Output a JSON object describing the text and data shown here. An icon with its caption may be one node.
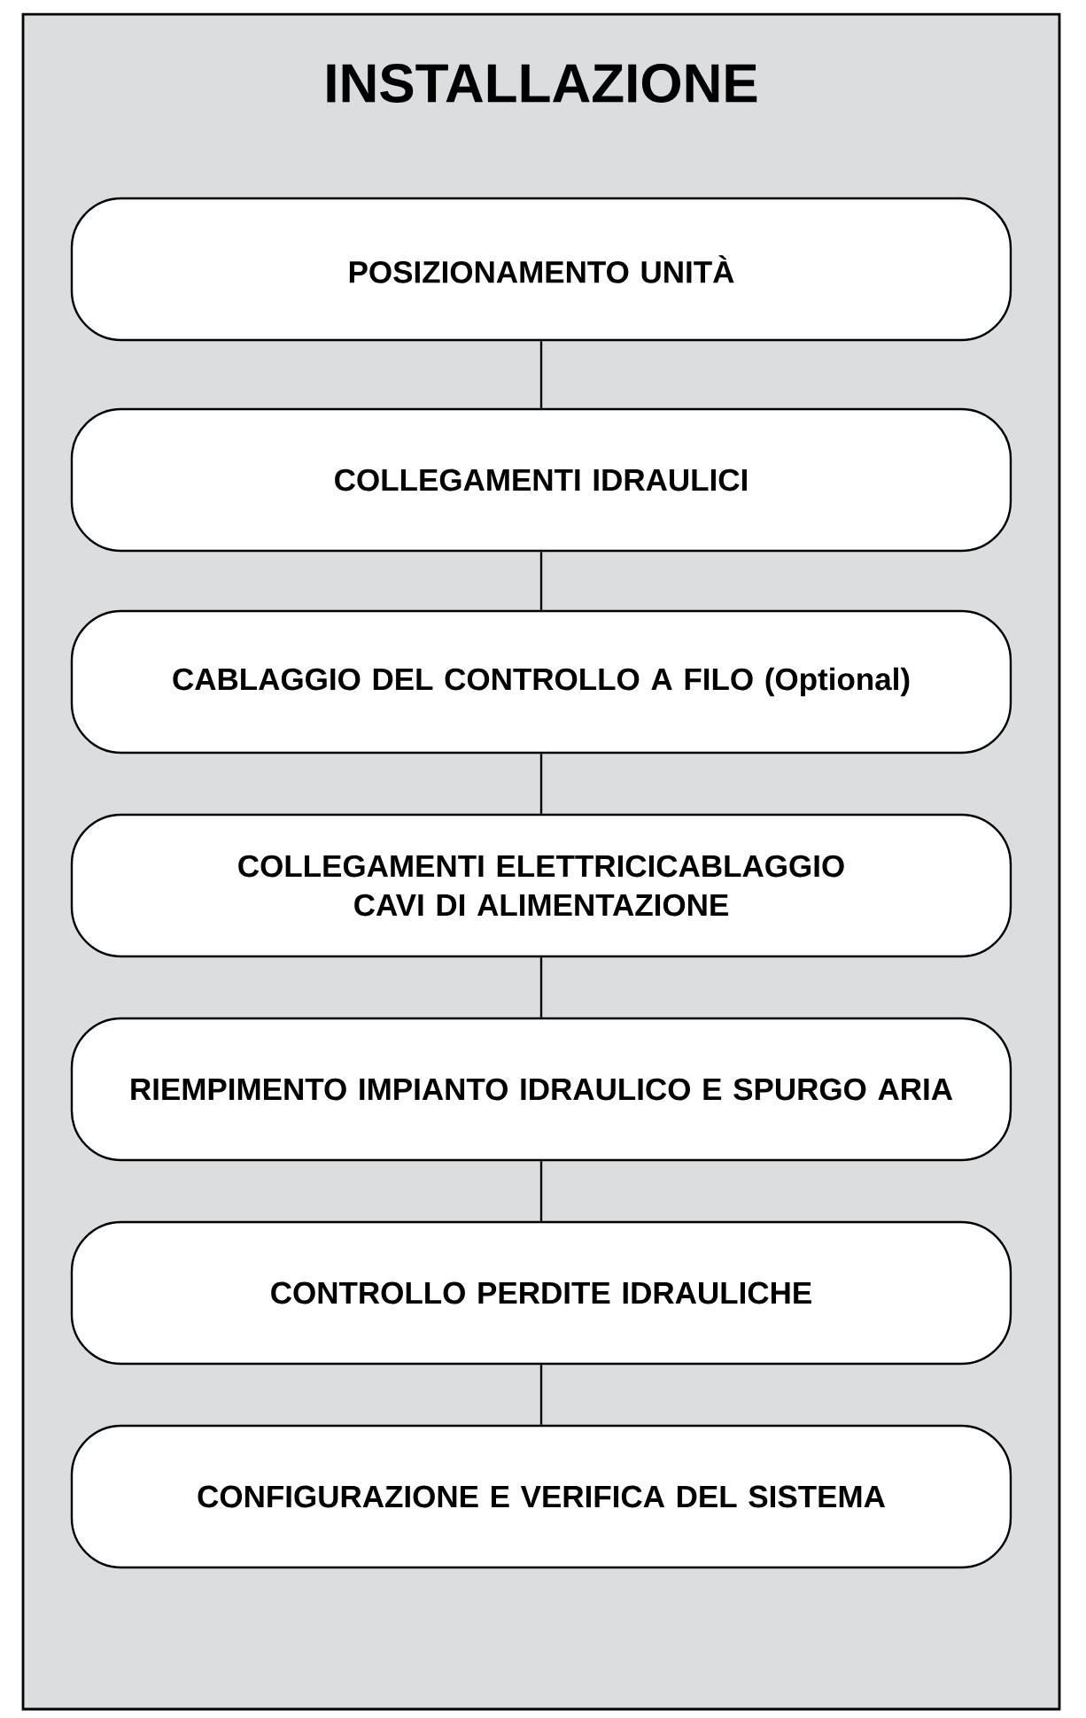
{
  "diagram": {
    "nodes": [
      {
        "text": [
          "INSTALLAZIONE"
        ]
      },
      {
        "text": [
          "POSIZIONAMENTO UNITÀ"
        ],
        "in": 0
      },
      {
        "text": [
          "COLLEGAMENTI IDRAULICI"
        ],
        "in": 0
      },
      {
        "text": [
          "CABLAGGIO DEL CONTROLLO A FILO (Optional)"
        ],
        "in": 0
      },
      {
        "text": [
          "COLLEGAMENTI ELETTRICICABLAGGIO CAVI DI ALIMENTAZIONE"
        ],
        "in": 0
      },
      {
        "text": [
          "RIEMPIMENTO IMPIANTO IDRAULICO E SPURGO ARIA"
        ],
        "in": 0
      },
      {
        "text": [
          "CONTROLLO PERDITE IDRAULICHE"
        ],
        "in": 0
      },
      {
        "text": [
          "CONFIGURAZIONE E VERIFICA DEL SISTEMA"
        ],
        "in": 0
      }
    ],
    "edges": [
      {
        "from": 1,
        "to": 2,
        "arrow": "none"
      },
      {
        "from": 2,
        "to": 3,
        "arrow": "none"
      },
      {
        "from": 3,
        "to": 4,
        "arrow": "none"
      },
      {
        "from": 4,
        "to": 5,
        "arrow": "none"
      },
      {
        "from": 5,
        "to": 6,
        "arrow": "none"
      },
      {
        "from": 6,
        "to": 7,
        "arrow": "none"
      }
    ]
  }
}
